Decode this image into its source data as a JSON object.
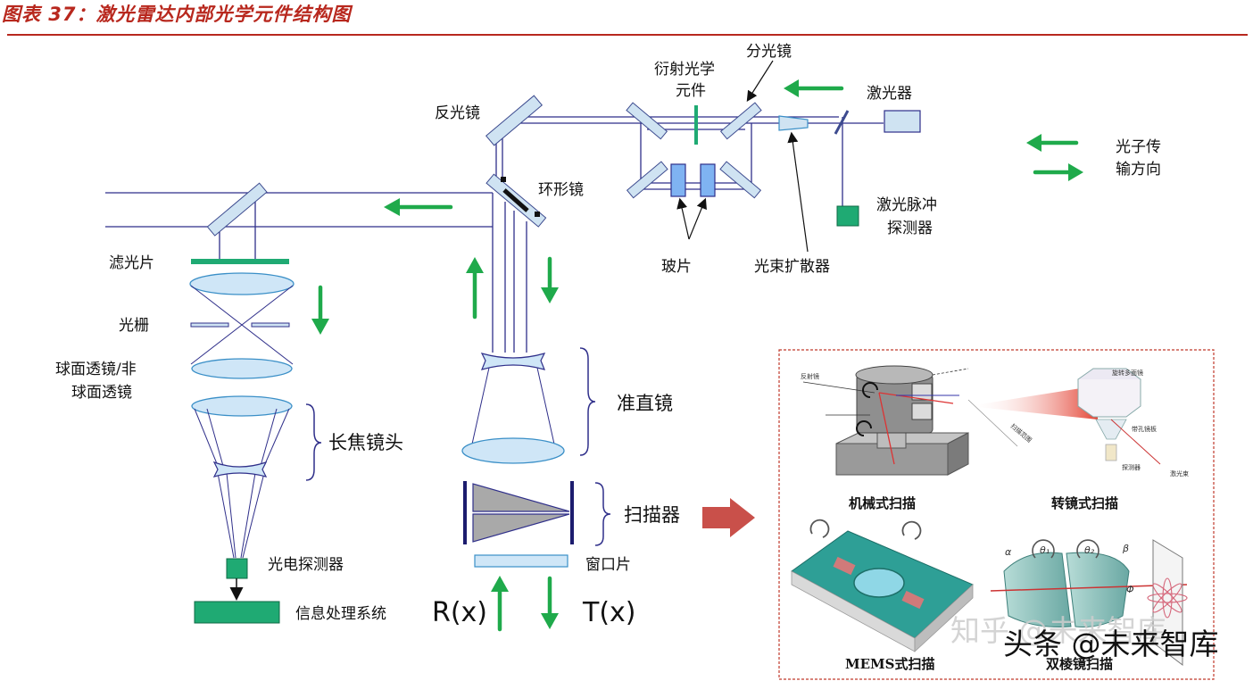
{
  "figure_title": "图表 37：激光雷达内部光学元件结构图",
  "labels": {
    "diffractive_element_line1": "衍射光学",
    "diffractive_element_line2": "元件",
    "beam_splitter": "分光镜",
    "laser": "激光器",
    "reflector": "反光镜",
    "ring_mirror": "环形镜",
    "laser_pulse_detector_line1": "激光脉冲",
    "laser_pulse_detector_line2": "探测器",
    "glass_slide": "玻片",
    "beam_expander": "光束扩散器",
    "filter": "滤光片",
    "grating": "光栅",
    "lens_line1": "球面透镜/非",
    "lens_line2": "球面透镜",
    "telephoto_lens": "长焦镜头",
    "collimator": "准直镜",
    "scanner": "扫描器",
    "window": "窗口片",
    "photodetector": "光电探测器",
    "signal_processing": "信息处理系统",
    "rx": "R(x)",
    "tx": "T(x)"
  },
  "legend": {
    "line1": "光子传",
    "line2": "输方向"
  },
  "scan_panel": {
    "mechanical": "机械式扫描",
    "rotating_mirror": "转镜式扫描",
    "mems": "MEMS式扫描",
    "double_prism": "双棱镜扫描",
    "mech_mirror_label": "反射镜",
    "polygon_label": "旋转多面镜",
    "scan_range_label": "扫描范围",
    "lens_plate_label": "带孔镜板",
    "detector_label": "探测器",
    "laser_beam_label": "激光束",
    "alpha": "α",
    "theta1": "θ₁",
    "theta2": "θ₂",
    "beta": "β",
    "phi": "Φ"
  },
  "watermarks": {
    "zhihu": "知乎 @未来智库",
    "toutiao": "头条 @未来智库"
  },
  "colors": {
    "title_red": "#b8281e",
    "beam_line": "#2f2f8a",
    "arrow_green": "#1faa4b",
    "component_green": "#1faa73",
    "lens_fill": "#cfe6f7",
    "lens_stroke": "#3a8fc7",
    "mirror_fill": "#cfe3f2",
    "scanner_fill": "#a9a9a9",
    "red_arrow": "#c9504a",
    "panel_border": "#c0392b"
  }
}
